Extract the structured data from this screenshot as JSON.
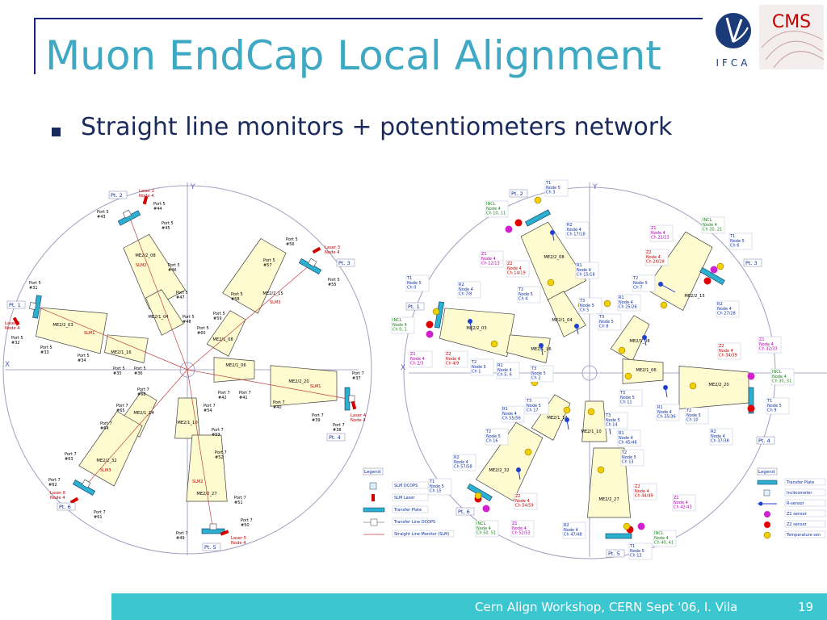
{
  "slide": {
    "title": "Muon EndCap Local Alignment",
    "bullet": "Straight line monitors +  potentiometers network",
    "footer": "Cern Align Workshop, CERN Sept '06,   I. Vila",
    "page": "19",
    "logo_cms": "CMS",
    "logo_ifca": "IFCA"
  },
  "colors": {
    "title": "#3fa9c4",
    "text": "#1b2a5c",
    "footer_bg": "#3cc6d0",
    "chamber_fill": "#fffbd0",
    "transfer_plate": "#2bb0d0",
    "laser": "#d00000",
    "slm_line": "#c04040",
    "r_sensor": "#2040d0",
    "z1_sensor": "#d020d0",
    "z2_sensor": "#e00000",
    "temp_sensor": "#f0d000",
    "label_blue": "#1030a0",
    "label_red": "#c00000",
    "label_green": "#208020",
    "label_magenta": "#b000b0"
  },
  "left": {
    "axis_y": "Y",
    "axis_x": "X",
    "points": [
      "Pt. 1",
      "Pt. 2",
      "Pt. 3",
      "Pt. 4",
      "Pt. 5",
      "Pt. 6"
    ],
    "lasers": [
      [
        "Laser 2",
        "Node 4"
      ],
      [
        "Laser 3",
        "Node 4"
      ],
      [
        "Laser 1",
        "Node 4"
      ],
      [
        "Laser 4",
        "Node 4"
      ],
      [
        "Laser 5",
        "Node 4"
      ],
      [
        "Laser 6",
        "Node 4"
      ]
    ],
    "chambers": [
      "ME2/2_08",
      "ME2/1_04",
      "ME2/2_15",
      "ME2/1_08",
      "ME2/2_03",
      "ME2/1_16",
      "ME2/1_06",
      "ME2/2_20",
      "ME2/1_14",
      "ME2/1_10",
      "ME2/2_32",
      "ME2/2_27"
    ],
    "slms": [
      "SLM1",
      "SLM2",
      "SLM3",
      "SLM1",
      "SLM3",
      "SLM2"
    ],
    "ports": [
      [
        "Port 5",
        "#44"
      ],
      [
        "Port 5",
        "#43"
      ],
      [
        "Port 5",
        "#45"
      ],
      [
        "Port 5",
        "#46"
      ],
      [
        "Port 5",
        "#47"
      ],
      [
        "Port 5",
        "#48"
      ],
      [
        "Port 5",
        "#56"
      ],
      [
        "Port 5",
        "#57"
      ],
      [
        "Port 5",
        "#55"
      ],
      [
        "Port 5",
        "#58"
      ],
      [
        "Port 5",
        "#59"
      ],
      [
        "Port 5",
        "#60"
      ],
      [
        "Port 5",
        "#31"
      ],
      [
        "Port 5",
        "#32"
      ],
      [
        "Port 5",
        "#33"
      ],
      [
        "Port 5",
        "#34"
      ],
      [
        "Port 5",
        "#35"
      ],
      [
        "Port 5",
        "#36"
      ],
      [
        "Port 7",
        "#37"
      ],
      [
        "Port 7",
        "#42"
      ],
      [
        "Port 7",
        "#41"
      ],
      [
        "Port 7",
        "#40"
      ],
      [
        "Port 7",
        "#39"
      ],
      [
        "Port 7",
        "#38"
      ],
      [
        "Port 7",
        "#66"
      ],
      [
        "Port 7",
        "#65"
      ],
      [
        "Port 7",
        "#54"
      ],
      [
        "Port 7",
        "#64"
      ],
      [
        "Port 7",
        "#53"
      ],
      [
        "Port 7",
        "#63"
      ],
      [
        "Port 7",
        "#52"
      ],
      [
        "Port 7",
        "#62"
      ],
      [
        "Port 7",
        "#51"
      ],
      [
        "Port 7",
        "#61"
      ],
      [
        "Port 7",
        "#50"
      ],
      [
        "Port 7",
        "#49"
      ]
    ],
    "legend": {
      "title": "Legend",
      "items": [
        "SLM DCOPS",
        "SLM Laser",
        "Transfer Plate",
        "Transfer Line DCOPS",
        "Straight Line Monitor (SLM)"
      ]
    }
  },
  "right": {
    "axis_y": "Y",
    "axis_x": "X",
    "points": [
      "Pt. 1",
      "Pt. 2",
      "Pt. 3",
      "Pt. 4",
      "Pt. 5",
      "Pt. 6"
    ],
    "chambers": [
      "ME2/2_08",
      "ME2/1_04",
      "ME2/2_15",
      "ME2/1_08",
      "ME2/2_03",
      "ME2/1_16",
      "ME2/1_06",
      "ME2/2_20",
      "ME2/1_14",
      "ME2/1_10",
      "ME2/2_32",
      "ME2/2_27"
    ],
    "sensors": [
      [
        "T1",
        "Node 5",
        "Ch 3"
      ],
      [
        "INCL",
        "Node 4",
        "Ch 10, 11"
      ],
      [
        "R2",
        "Node 4",
        "Ch 17/18"
      ],
      [
        "Z1",
        "Node 4",
        "Ch 12/13"
      ],
      [
        "Z2",
        "Node 4",
        "Ch 14/19"
      ],
      [
        "R1",
        "Node 4",
        "Ch 15/16"
      ],
      [
        "T2",
        "Node 5",
        "Ch 4"
      ],
      [
        "T3",
        "Node 5",
        "Ch 5"
      ],
      [
        "T1",
        "Node 5",
        "Ch 0"
      ],
      [
        "R2",
        "Node 4",
        "Ch 7/8"
      ],
      [
        "INCL",
        "Node 4",
        "Ch 0, 1"
      ],
      [
        "Z1",
        "Node 4",
        "Ch 2/3"
      ],
      [
        "Z2",
        "Node 4",
        "Ch 4/9"
      ],
      [
        "T2",
        "Node 5",
        "Ch 1"
      ],
      [
        "R1",
        "Node 4",
        "Ch 5, 6"
      ],
      [
        "T3",
        "Node 5",
        "Ch 2"
      ],
      [
        "Z1",
        "Node 4",
        "Ch 22/23"
      ],
      [
        "INCL",
        "Node 4",
        "Ch 20, 21"
      ],
      [
        "T1",
        "Node 5",
        "Ch 6"
      ],
      [
        "Z2",
        "Node 4",
        "Ch 24/29"
      ],
      [
        "T2",
        "Node 5",
        "Ch 7"
      ],
      [
        "R1",
        "Node 4",
        "Ch 25/26"
      ],
      [
        "R2",
        "Node 4",
        "Ch 27/28"
      ],
      [
        "T3",
        "Node 5",
        "Ch 8"
      ],
      [
        "Z2",
        "Node 4",
        "Ch 34/39"
      ],
      [
        "Z1",
        "Node 4",
        "Ch 32/33"
      ],
      [
        "INCL",
        "Node 4",
        "Ch 30, 31"
      ],
      [
        "T1",
        "Node 5",
        "Ch 9"
      ],
      [
        "T3",
        "Node 5",
        "Ch 11"
      ],
      [
        "R1",
        "Node 4",
        "Ch 35/36"
      ],
      [
        "T2",
        "Node 5",
        "Ch 10"
      ],
      [
        "R2",
        "Node 4",
        "Ch 37/38"
      ],
      [
        "T3",
        "Node 5",
        "Ch 17"
      ],
      [
        "R1",
        "Node 4",
        "Ch 55/56"
      ],
      [
        "T3",
        "Node 5",
        "Ch 14"
      ],
      [
        "T2",
        "Node 5",
        "Ch 16"
      ],
      [
        "R1",
        "Node 4",
        "Ch 45/46"
      ],
      [
        "T2",
        "Node 5",
        "Ch 13"
      ],
      [
        "R2",
        "Node 4",
        "Ch 57/58"
      ],
      [
        "T1",
        "Node 5",
        "Ch 15"
      ],
      [
        "Z2",
        "Node 4",
        "Ch 54/59"
      ],
      [
        "INCL",
        "Node 4",
        "Ch 50, 51"
      ],
      [
        "Z1",
        "Node 4",
        "Ch 52/53"
      ],
      [
        "R2",
        "Node 4",
        "Ch 47/48"
      ],
      [
        "Z2",
        "Node 4",
        "Ch 44/49"
      ],
      [
        "Z1",
        "Node 4",
        "Ch 42/43"
      ],
      [
        "INCL",
        "Node 4",
        "Ch 40, 41"
      ],
      [
        "T1",
        "Node 5",
        "Ch 12"
      ]
    ],
    "legend": {
      "title": "Legend",
      "items": [
        "Transfer Plate",
        "Inclinometer",
        "R-sensor",
        "Z1 sensor",
        "Z2 sensor",
        "Temperature sen"
      ]
    }
  }
}
